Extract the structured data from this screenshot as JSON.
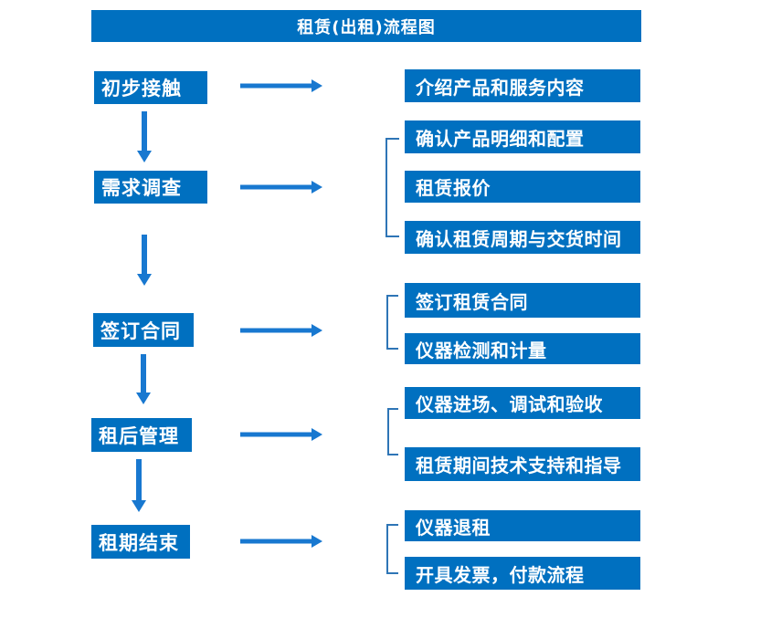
{
  "title": "租赁(出租)流程图",
  "colors": {
    "box_blue": "#0070C0",
    "arrow_blue": "#1878D0",
    "bracket_blue": "#2E75B6",
    "text_white": "#FFFFFF"
  },
  "steps": [
    {
      "label": "初步接触",
      "details": [
        "介绍产品和服务内容"
      ]
    },
    {
      "label": "需求调查",
      "details": [
        "确认产品明细和配置",
        "租赁报价",
        "确认租赁周期与交货时间"
      ]
    },
    {
      "label": "签订合同",
      "details": [
        "签订租赁合同",
        "仪器检测和计量"
      ]
    },
    {
      "label": "租后管理",
      "details": [
        "仪器进场、调试和验收",
        "租赁期间技术支持和指导"
      ]
    },
    {
      "label": "租期结束",
      "details": [
        "仪器退租",
        "开具发票，付款流程"
      ]
    }
  ]
}
